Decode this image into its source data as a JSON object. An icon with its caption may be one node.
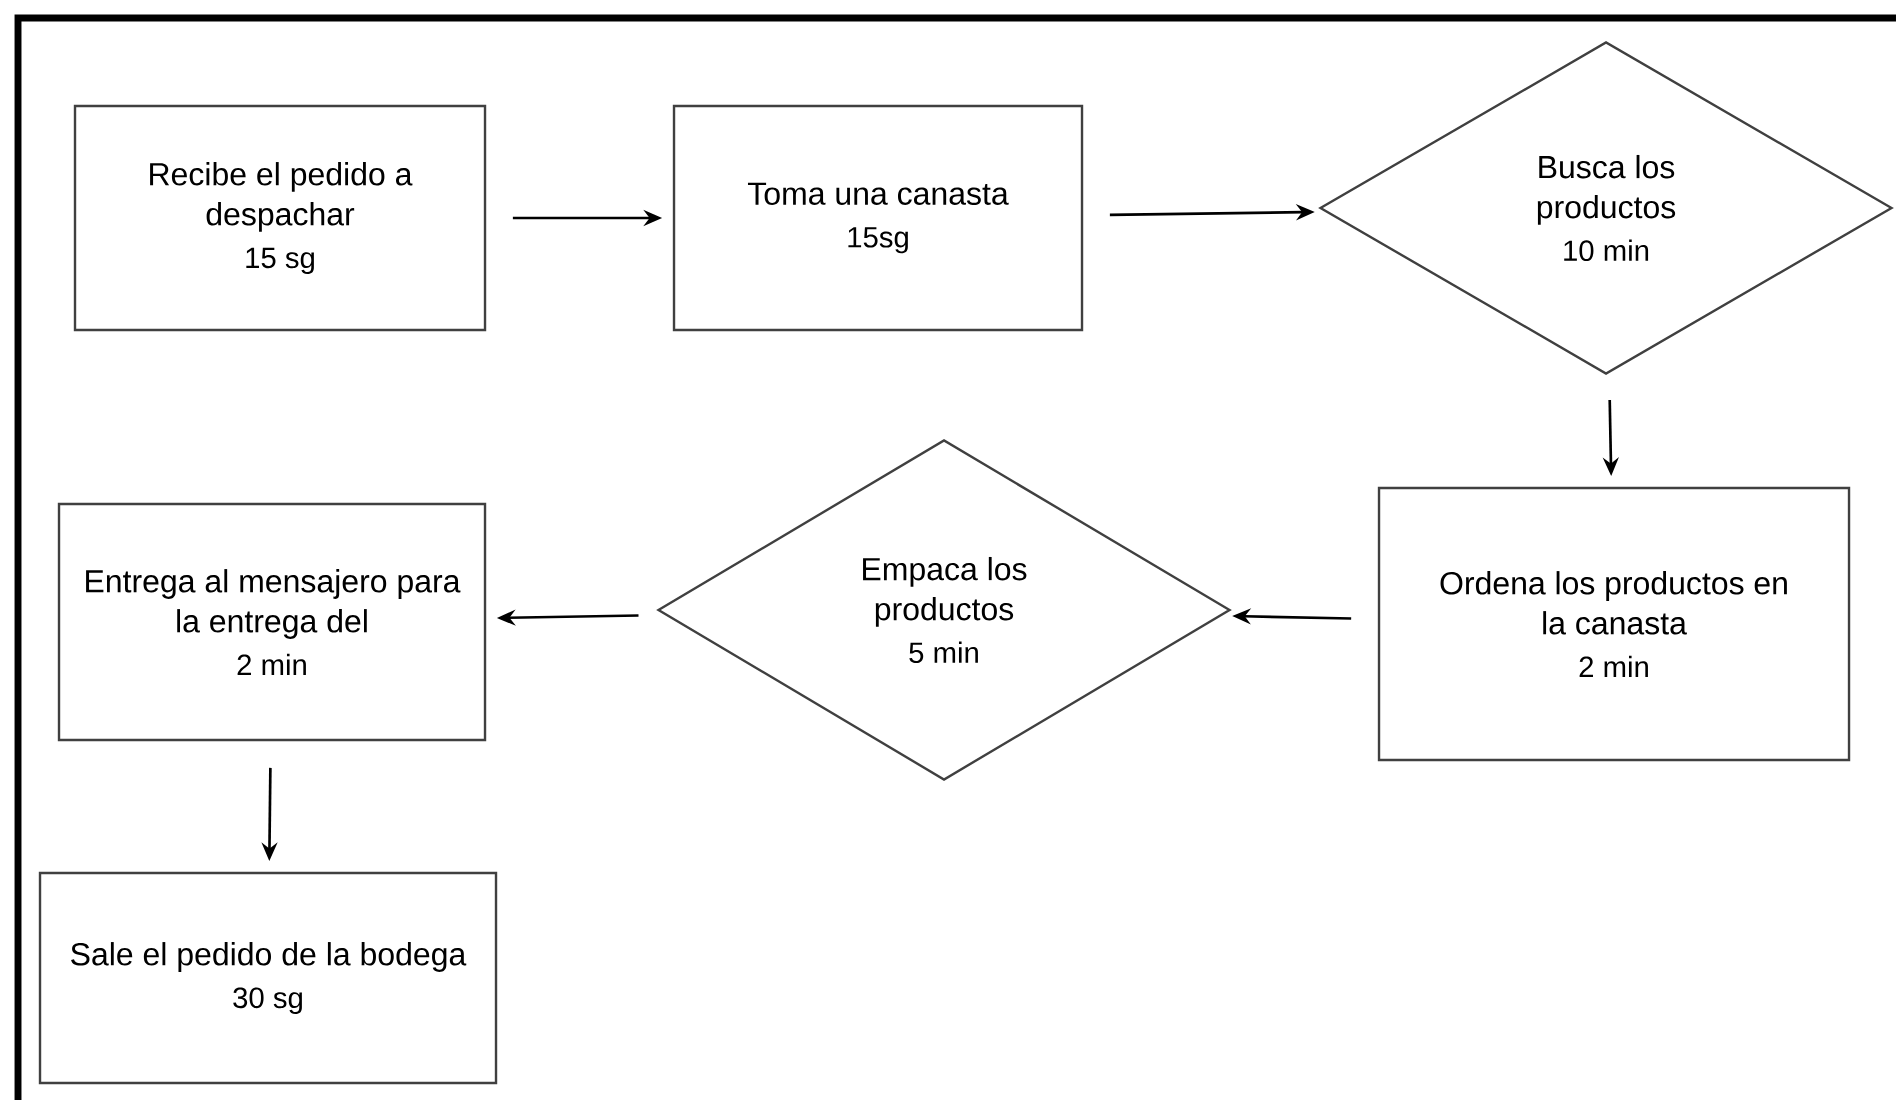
{
  "diagram": {
    "nodes": [
      {
        "text": [
          "Recibe el pedido a despachar",
          "15 sg"
        ]
      },
      {
        "text": [
          "Toma una canasta",
          "15sg"
        ]
      },
      {
        "text": [
          "Busca los productos",
          "10 min"
        ]
      },
      {
        "text": [
          "Ordena los productos en la canasta",
          "2 min"
        ]
      },
      {
        "text": [
          "Empaca los productos",
          "5 min"
        ]
      },
      {
        "text": [
          "Entrega al mensajero para la entrega del",
          "2 min"
        ]
      },
      {
        "text": [
          "Sale el pedido de la bodega",
          "30 sg"
        ]
      }
    ],
    "edges": [
      {
        "from": 0,
        "to": 1,
        "arrow": "to"
      },
      {
        "from": 1,
        "to": 2,
        "arrow": "to"
      },
      {
        "from": 2,
        "to": 3,
        "arrow": "to"
      },
      {
        "from": 3,
        "to": 4,
        "arrow": "to"
      },
      {
        "from": 4,
        "to": 5,
        "arrow": "to"
      },
      {
        "from": 5,
        "to": 6,
        "arrow": "to"
      }
    ]
  }
}
